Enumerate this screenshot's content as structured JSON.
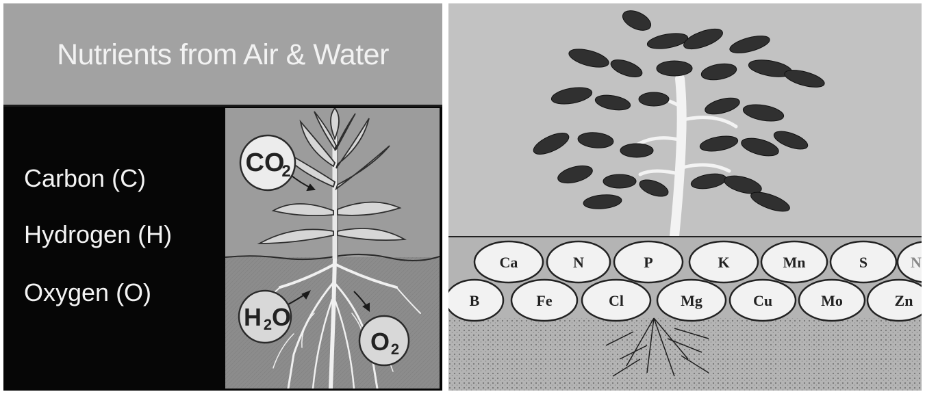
{
  "left": {
    "title": "Nutrients from Air & Water",
    "nutrients": [
      "Carbon (C)",
      "Hydrogen (H)",
      "Oxygen (O)"
    ],
    "bubbles": {
      "co2": {
        "main": "CO",
        "sub": "2"
      },
      "h2o": {
        "main": "H",
        "sub": "2",
        "tail": "O"
      },
      "o2": {
        "main": "O",
        "sub": "2"
      }
    }
  },
  "right": {
    "row1": [
      "Ca",
      "N",
      "P",
      "K",
      "Mn",
      "S",
      "N"
    ],
    "row2": [
      "B",
      "Fe",
      "Cl",
      "Mg",
      "Cu",
      "Mo",
      "Zn"
    ]
  }
}
